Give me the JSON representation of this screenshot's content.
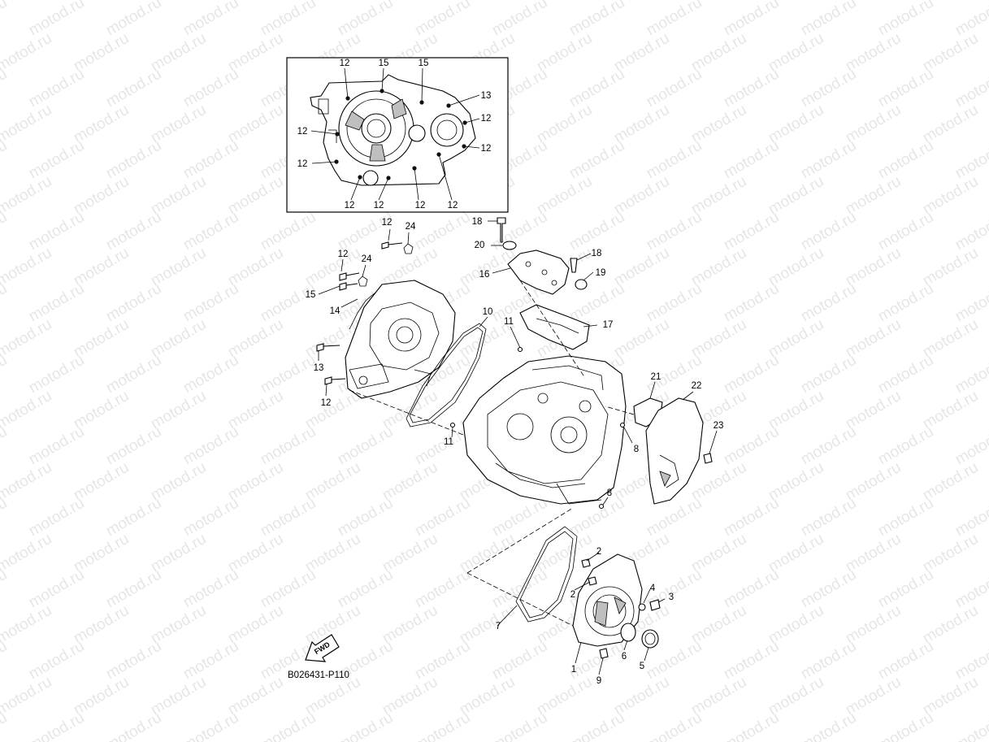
{
  "watermark": {
    "text": "motod.ru"
  },
  "diagram_code": "B026431-P110",
  "fwd_label": "FWD",
  "callouts": {
    "c1": "1",
    "c2a": "2",
    "c2b": "2",
    "c3": "3",
    "c4": "4",
    "c5": "5",
    "c6": "6",
    "c7": "7",
    "c8a": "8",
    "c8b": "8",
    "c9": "9",
    "c10": "10",
    "c11a": "11",
    "c11b": "11",
    "c12a": "12",
    "c12b": "12",
    "c12c": "12",
    "c13": "13",
    "c14": "14",
    "c15": "15",
    "c16": "16",
    "c17": "17",
    "c18a": "18",
    "c18b": "18",
    "c19": "19",
    "c20": "20",
    "c21": "21",
    "c22": "22",
    "c23": "23",
    "c24a": "24",
    "c24b": "24"
  },
  "inset_callouts": {
    "i12a": "12",
    "i15a": "15",
    "i15b": "15",
    "i13": "13",
    "i12b": "12",
    "i12c": "12",
    "i12d": "12",
    "i12e": "12",
    "i12f": "12",
    "i12g": "12",
    "i12h": "12",
    "i12i": "12"
  }
}
